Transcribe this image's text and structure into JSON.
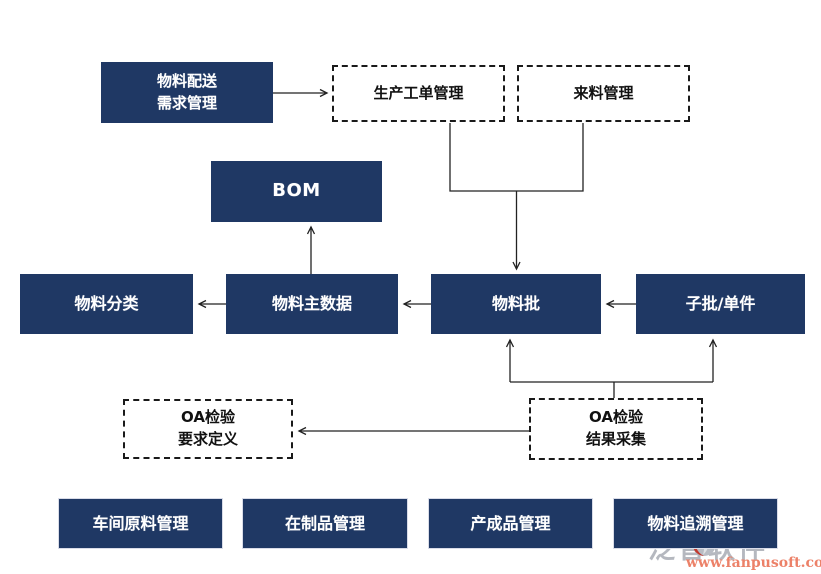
{
  "diagram": {
    "accent_color": "#1f3864",
    "background_color": "#ffffff",
    "nodes": {
      "material_distribution": {
        "label": "物料配送\n需求管理",
        "style": "solid"
      },
      "production_order": {
        "label": "生产工单管理",
        "style": "dashed"
      },
      "incoming_material": {
        "label": "来料管理",
        "style": "dashed"
      },
      "bom": {
        "label": "BOM",
        "style": "solid"
      },
      "material_category": {
        "label": "物料分类",
        "style": "solid"
      },
      "material_master": {
        "label": "物料主数据",
        "style": "solid"
      },
      "material_batch": {
        "label": "物料批",
        "style": "solid"
      },
      "sub_batch": {
        "label": "子批/单件",
        "style": "solid"
      },
      "qa_requirement": {
        "label": "OA检验\n要求定义",
        "style": "dashed"
      },
      "qa_result": {
        "label": "OA检验\n结果采集",
        "style": "dashed"
      },
      "workshop_material": {
        "label": "车间原料管理",
        "style": "solid"
      },
      "wip": {
        "label": "在制品管理",
        "style": "solid"
      },
      "finished_goods": {
        "label": "产成品管理",
        "style": "solid"
      },
      "traceability": {
        "label": "物料追溯管理",
        "style": "solid"
      }
    },
    "edges": [
      {
        "from": "material_distribution",
        "to": "production_order",
        "arrow": true
      },
      {
        "from": "production_order",
        "to": "material_batch",
        "arrow": true,
        "via": "merge-with-incoming"
      },
      {
        "from": "incoming_material",
        "to": "material_batch",
        "arrow": true,
        "via": "merge-with-production-order"
      },
      {
        "from": "material_master",
        "to": "bom",
        "arrow": true
      },
      {
        "from": "material_master",
        "to": "material_category",
        "arrow": true
      },
      {
        "from": "material_batch",
        "to": "material_master",
        "arrow": true
      },
      {
        "from": "sub_batch",
        "to": "material_batch",
        "arrow": true
      },
      {
        "from": "qa_result",
        "to": "qa_requirement",
        "arrow": true
      },
      {
        "from": "qa_result",
        "to": "material_batch",
        "arrow": true,
        "via": "split"
      },
      {
        "from": "qa_result",
        "to": "sub_batch",
        "arrow": true,
        "via": "split"
      }
    ]
  },
  "watermark": {
    "brand": "泛普软件",
    "url": "www.fanpusoft.com"
  }
}
